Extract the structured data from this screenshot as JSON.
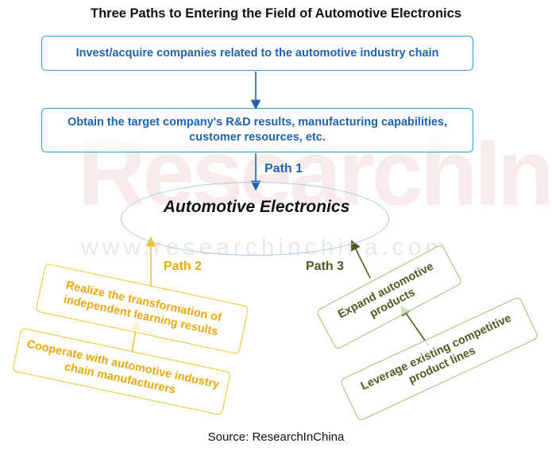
{
  "title": "Three Paths to Entering the Field of Automotive Electronics",
  "watermark": {
    "brand": "ResearchInChina",
    "url": "www.researchinchina.com"
  },
  "boxes": {
    "invest": "Invest/acquire companies related to the automotive industry chain",
    "obtain": "Obtain the target company's R&D results, manufacturing capabilities, customer resources, etc.",
    "center": "Automotive Electronics",
    "realize": "Realize the transformation of independent learning results",
    "cooperate": "Cooperate with automotive industry chain manufacturers",
    "expand": "Expand automotive products",
    "leverage": "Leverage existing competitive product lines"
  },
  "paths": {
    "path1": "Path 1",
    "path2": "Path 2",
    "path3": "Path 3"
  },
  "source": "Source: ResearchInChina",
  "colors": {
    "blue_text": "#1f63ad",
    "blue_border": "#2f9bd6",
    "yellow": "#f2c228",
    "yellow_text": "#e8a90c",
    "green": "#9dc06a",
    "green_text": "#4b5e22"
  }
}
